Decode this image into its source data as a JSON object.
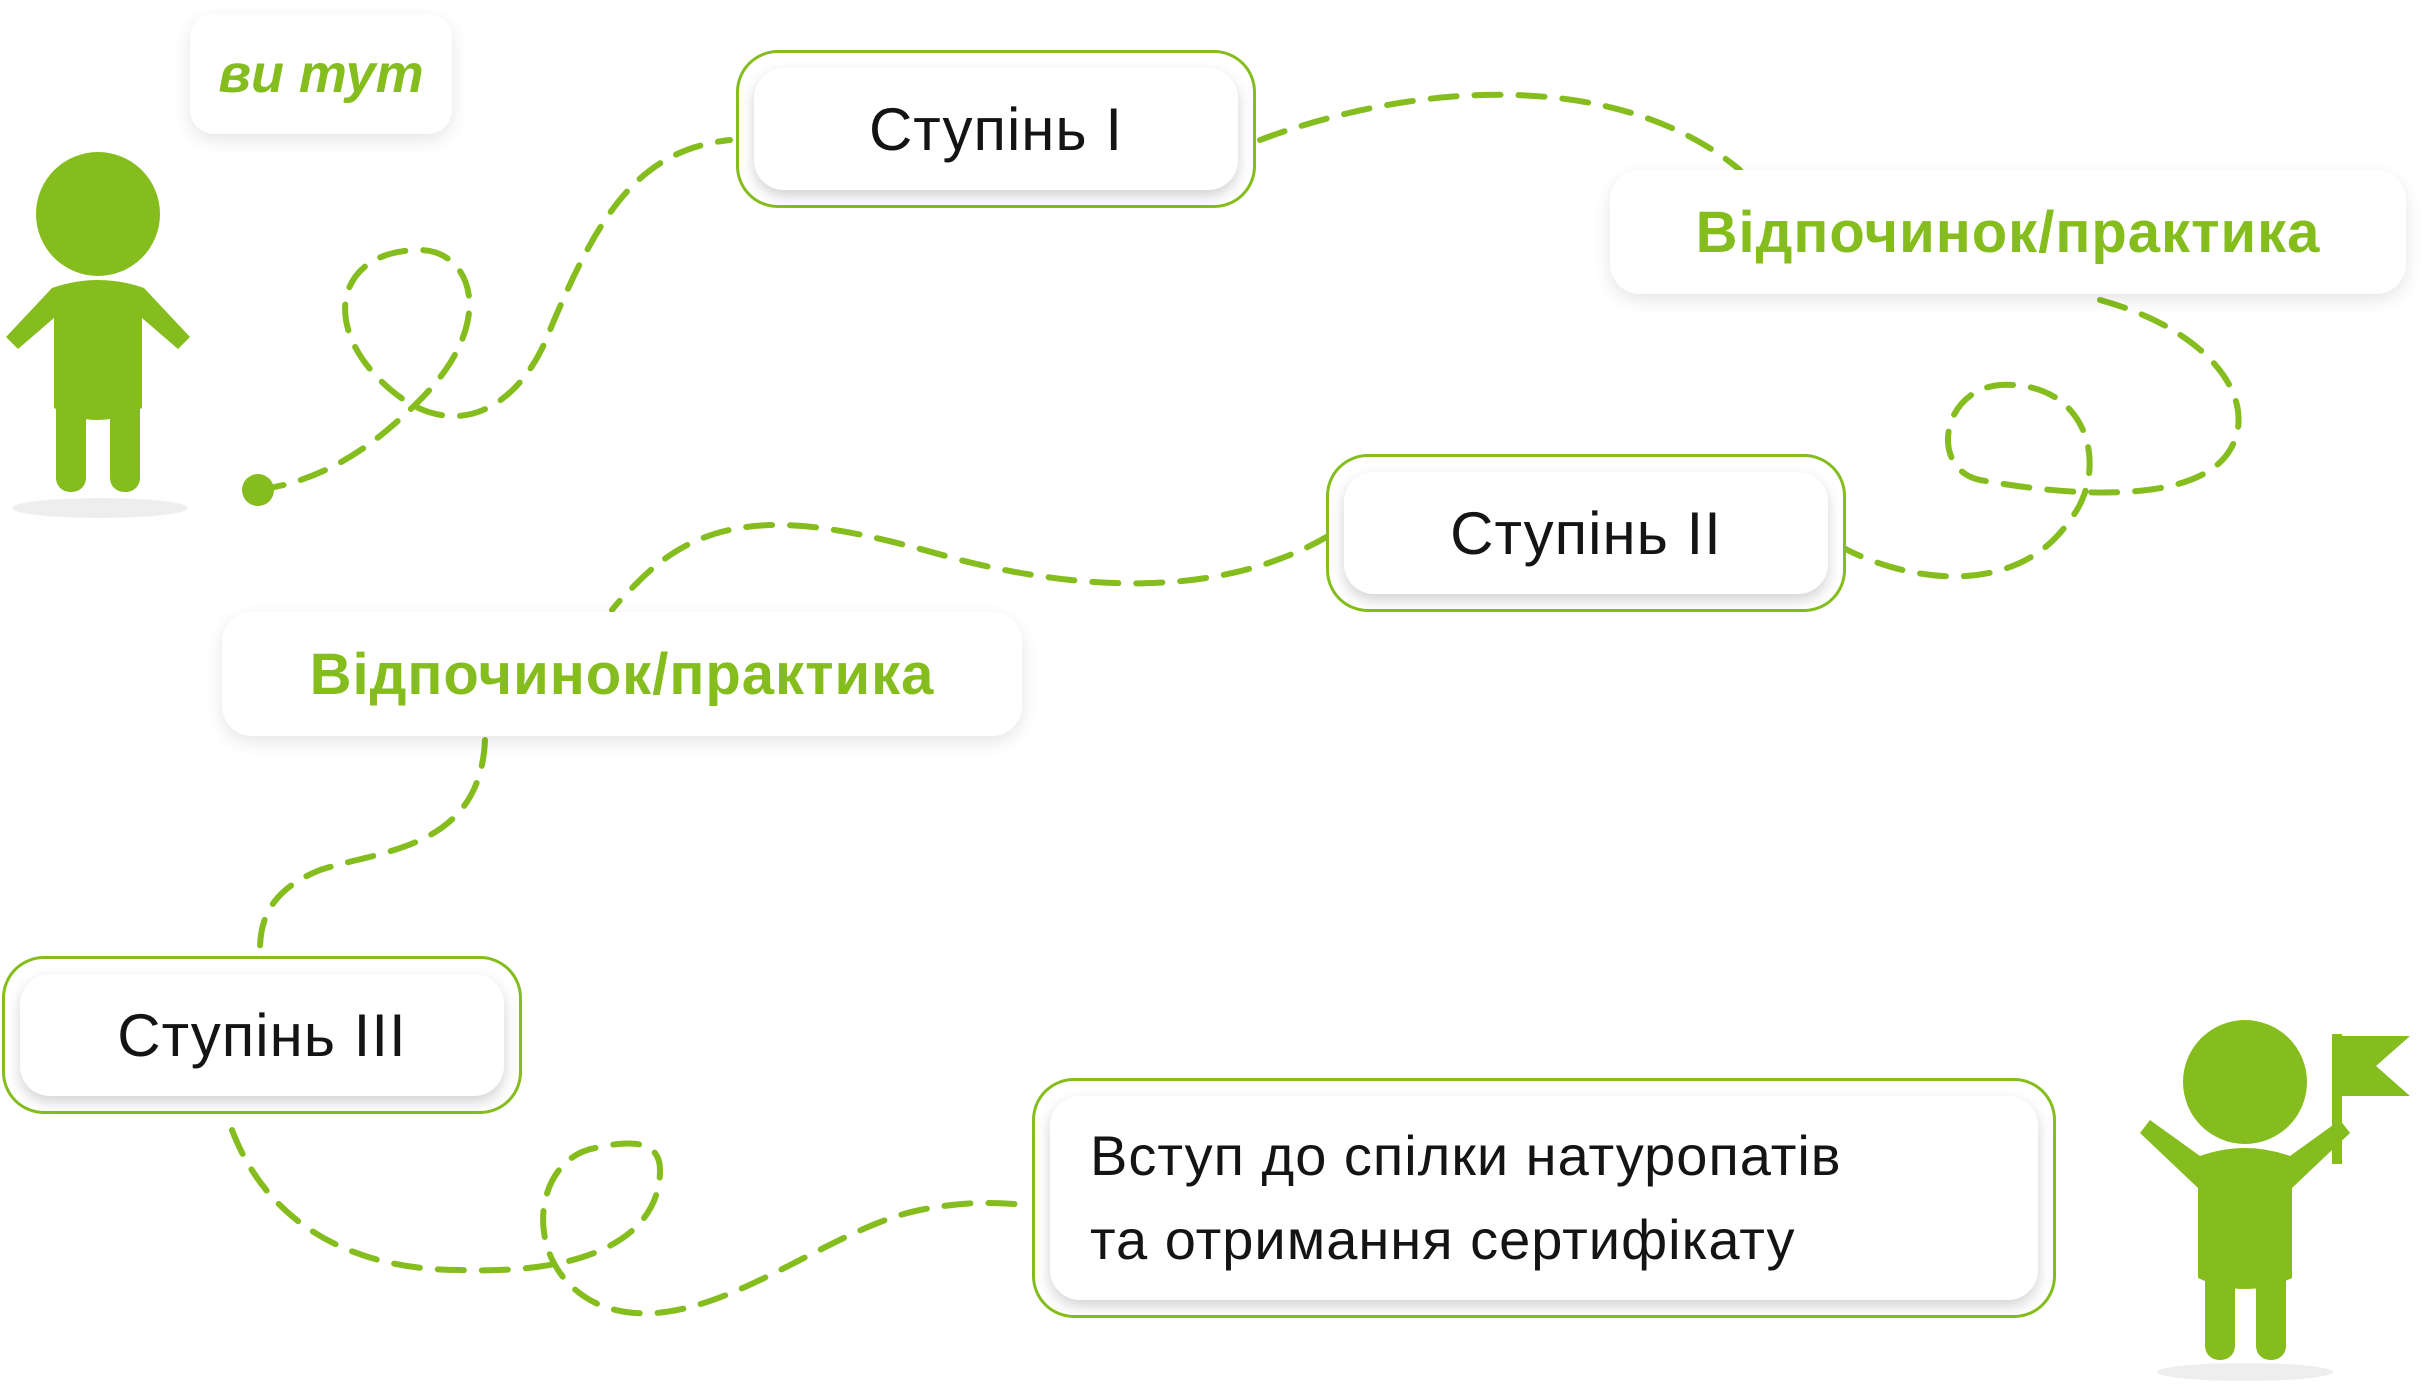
{
  "accent_color": "#84bd1d",
  "text_color": "#141414",
  "you_are_here": "ви тут",
  "steps": [
    {
      "label": "Ступінь І"
    },
    {
      "label": "Ступінь ІІ"
    },
    {
      "label": "Ступінь ІІІ"
    }
  ],
  "rest_labels": [
    "Відпочинок/практика",
    "Відпочинок/практика"
  ],
  "final_step": {
    "line1": "Вступ до спілки натуропатів",
    "line2": "та отримання сертифікату"
  },
  "icons": {
    "start_figure": "person-icon",
    "finish_figure": "person-with-flag-icon",
    "start_point": "start-dot-icon"
  }
}
